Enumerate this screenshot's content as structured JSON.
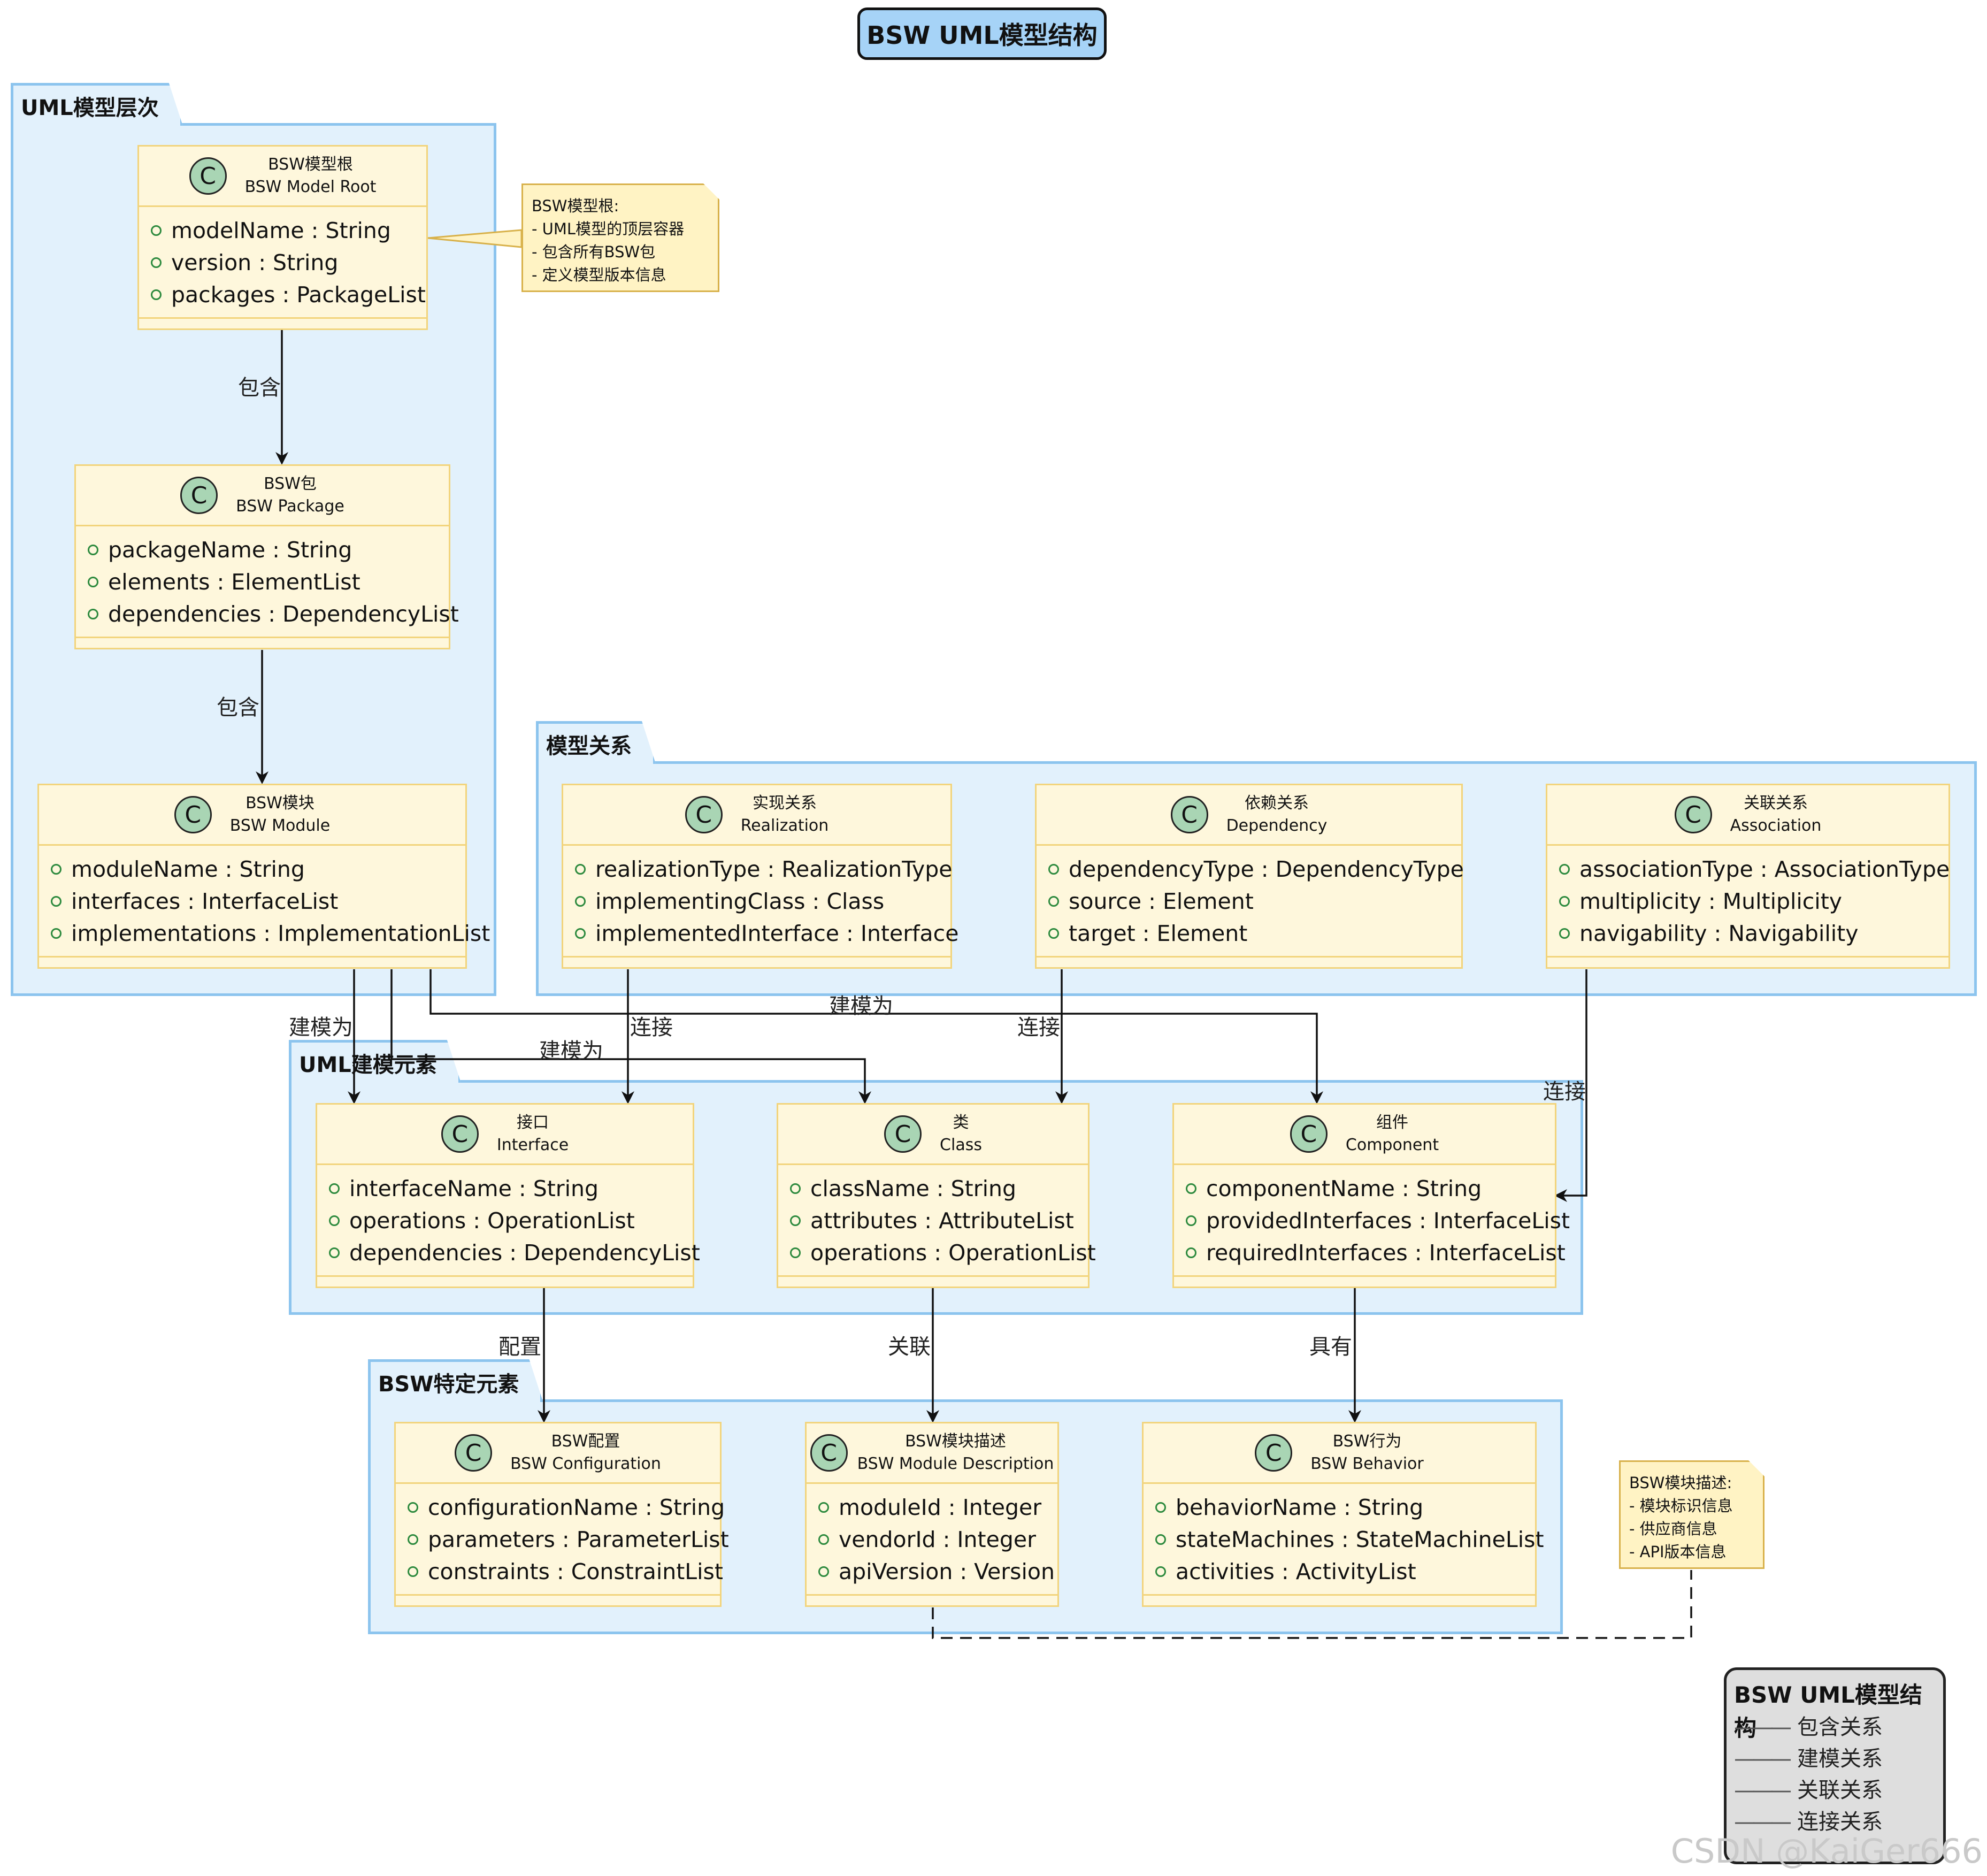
{
  "title": "BSW UML模型结构",
  "packages": {
    "hierarchy": "UML模型层次",
    "relations": "模型关系",
    "elements": "UML建模元素",
    "specific": "BSW特定元素"
  },
  "classes": {
    "root": {
      "cn": "BSW模型根",
      "en": "BSW Model Root",
      "attrs": [
        "modelName : String",
        "version : String",
        "packages : PackageList"
      ]
    },
    "package": {
      "cn": "BSW包",
      "en": "BSW Package",
      "attrs": [
        "packageName : String",
        "elements : ElementList",
        "dependencies : DependencyList"
      ]
    },
    "module": {
      "cn": "BSW模块",
      "en": "BSW Module",
      "attrs": [
        "moduleName : String",
        "interfaces : InterfaceList",
        "implementations : ImplementationList"
      ]
    },
    "realization": {
      "cn": "实现关系",
      "en": "Realization",
      "attrs": [
        "realizationType : RealizationType",
        "implementingClass : Class",
        "implementedInterface : Interface"
      ]
    },
    "dependency": {
      "cn": "依赖关系",
      "en": "Dependency",
      "attrs": [
        "dependencyType : DependencyType",
        "source : Element",
        "target : Element"
      ]
    },
    "association": {
      "cn": "关联关系",
      "en": "Association",
      "attrs": [
        "associationType : AssociationType",
        "multiplicity : Multiplicity",
        "navigability : Navigability"
      ]
    },
    "interface": {
      "cn": "接口",
      "en": "Interface",
      "attrs": [
        "interfaceName : String",
        "operations : OperationList",
        "dependencies : DependencyList"
      ]
    },
    "class": {
      "cn": "类",
      "en": "Class",
      "attrs": [
        "className : String",
        "attributes : AttributeList",
        "operations : OperationList"
      ]
    },
    "component": {
      "cn": "组件",
      "en": "Component",
      "attrs": [
        "componentName : String",
        "providedInterfaces : InterfaceList",
        "requiredInterfaces : InterfaceList"
      ]
    },
    "config": {
      "cn": "BSW配置",
      "en": "BSW Configuration",
      "attrs": [
        "configurationName : String",
        "parameters : ParameterList",
        "constraints : ConstraintList"
      ]
    },
    "description": {
      "cn": "BSW模块描述",
      "en": "BSW Module Description",
      "attrs": [
        "moduleId : Integer",
        "vendorId : Integer",
        "apiVersion : Version"
      ]
    },
    "behavior": {
      "cn": "BSW行为",
      "en": "BSW Behavior",
      "attrs": [
        "behaviorName : String",
        "stateMachines : StateMachineList",
        "activities : ActivityList"
      ]
    }
  },
  "notes": {
    "root": [
      "BSW模型根:",
      "- UML模型的顶层容器",
      "- 包含所有BSW包",
      "- 定义模型版本信息"
    ],
    "description": [
      "BSW模块描述:",
      "- 模块标识信息",
      "- 供应商信息",
      "- API版本信息"
    ]
  },
  "edge_labels": {
    "contains1": "包含",
    "contains2": "包含",
    "model_interface": "建模为",
    "model_class": "建模为",
    "model_component": "建模为",
    "conn_realization": "连接",
    "conn_dependency": "连接",
    "conn_association": "连接",
    "configure": "配置",
    "associate": "关联",
    "has": "具有"
  },
  "legend": {
    "title": "BSW UML模型结构",
    "dash": "———",
    "items": [
      "包含关系",
      "建模关系",
      "关联关系",
      "连接关系"
    ]
  },
  "watermark": "CSDN @KaiGer666",
  "colors": {
    "package_fill": "#e2f1fc",
    "package_border": "#8cc4ee",
    "class_fill": "#fef7dc",
    "class_border": "#f2d47c",
    "class_icon": "#a9d5b4",
    "note_fill": "#fff3c4",
    "title_fill": "#a6d3f7",
    "legend_fill": "#dedede"
  }
}
